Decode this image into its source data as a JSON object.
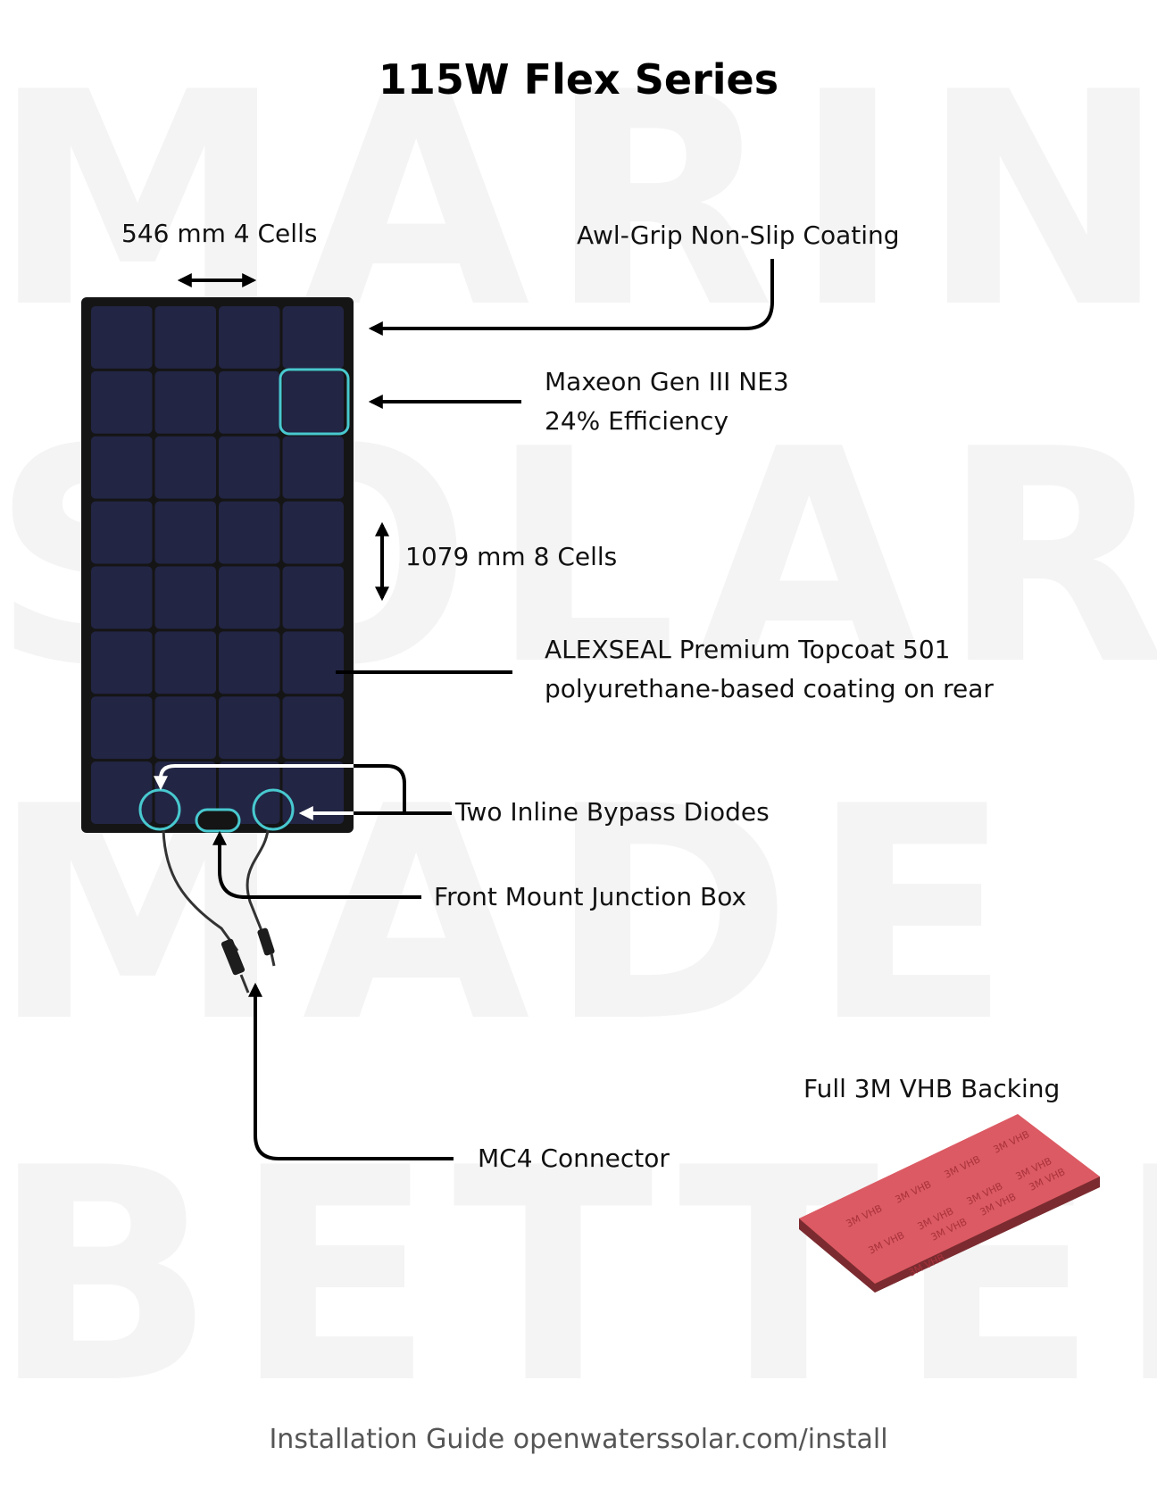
{
  "title": "115W Flex Series",
  "watermark": {
    "lines": [
      "MARINE",
      "SOLAR",
      "MADE",
      "BETTER"
    ]
  },
  "callouts": {
    "width": "546 mm 4 Cells",
    "coating": "Awl-Grip Non-Slip Coating",
    "cell_model": "Maxeon Gen III NE3",
    "efficiency": "24% Efficiency",
    "height": "1079 mm 8 Cells",
    "topcoat_line1": "ALEXSEAL Premium Topcoat 501",
    "topcoat_line2": "polyurethane-based coating on rear",
    "diodes": "Two Inline Bypass Diodes",
    "junction_box": "Front Mount Junction Box",
    "connector": "MC4 Connector",
    "backing": "Full 3M VHB Backing"
  },
  "backing_tape": {
    "print": "3M VHB"
  },
  "footer": "Installation Guide openwaterssolar.com/install",
  "panel": {
    "columns": 4,
    "rows": 8
  },
  "colors": {
    "panel_frame": "#151515",
    "cell": "#222544",
    "highlight": "#48c9cf",
    "tape": "#dc5a63",
    "tape_edge": "#7b2b30"
  }
}
